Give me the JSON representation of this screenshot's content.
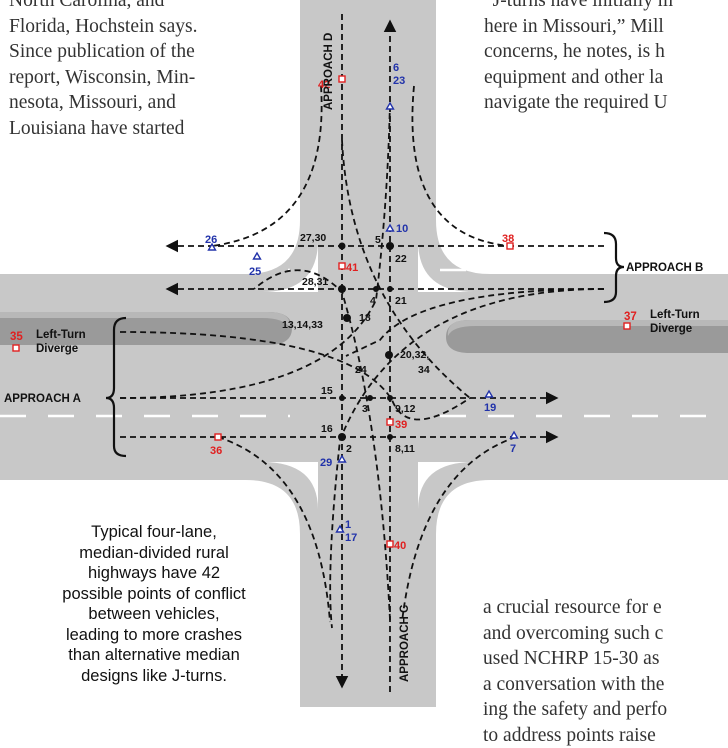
{
  "article": {
    "left_column": [
      "North Carolina, and",
      "Florida, Hochstein says.",
      "Since publication of the",
      "report, Wisconsin, Min-",
      "nesota, Missouri, and",
      "Louisiana have started"
    ],
    "right_column_top": [
      "“J-turns have initially m",
      "here in Missouri,” Mill",
      "concerns, he notes, is h",
      "equipment and other la",
      "navigate the required U"
    ],
    "right_column_bottom": [
      "a crucial resource for e",
      "and overcoming such c",
      "used NCHRP 15-30 as",
      "a conversation with the",
      "ing the safety and perfo",
      "to address points raise"
    ]
  },
  "caption": [
    "Typical four-lane,",
    "median-divided rural",
    "highways have 42",
    "possible points of conflict",
    "between vehicles,",
    "leading to more crashes",
    "than alternative median",
    "designs like J-turns."
  ],
  "diagram": {
    "approach_labels": {
      "a": "APPROACH A",
      "b": "APPROACH B",
      "c": "APPROACH C",
      "d": "APPROACH D"
    },
    "legend": {
      "left_num": "35",
      "left_line1": "Left-Turn",
      "left_line2": "Diverge",
      "right_num": "37",
      "right_line1": "Left-Turn",
      "right_line2": "Diverge"
    },
    "points_black": [
      "27,30",
      "28,31",
      "13,14,33",
      "5",
      "22",
      "4",
      "21",
      "18",
      "20,32,",
      "34",
      "24",
      "15",
      "16",
      "3",
      "9,12",
      "2",
      "8,11"
    ],
    "points_red": [
      "42",
      "38",
      "41",
      "39",
      "36",
      "40"
    ],
    "points_blue": [
      "6",
      "23",
      "10",
      "26",
      "25",
      "19",
      "7",
      "29",
      "1",
      "17"
    ],
    "colors": {
      "road": "#c8c8c8",
      "lane_mark": "#ffffff",
      "conflict_red": "#e02020",
      "conflict_blue": "#2233aa",
      "bracket": "#111111"
    }
  }
}
